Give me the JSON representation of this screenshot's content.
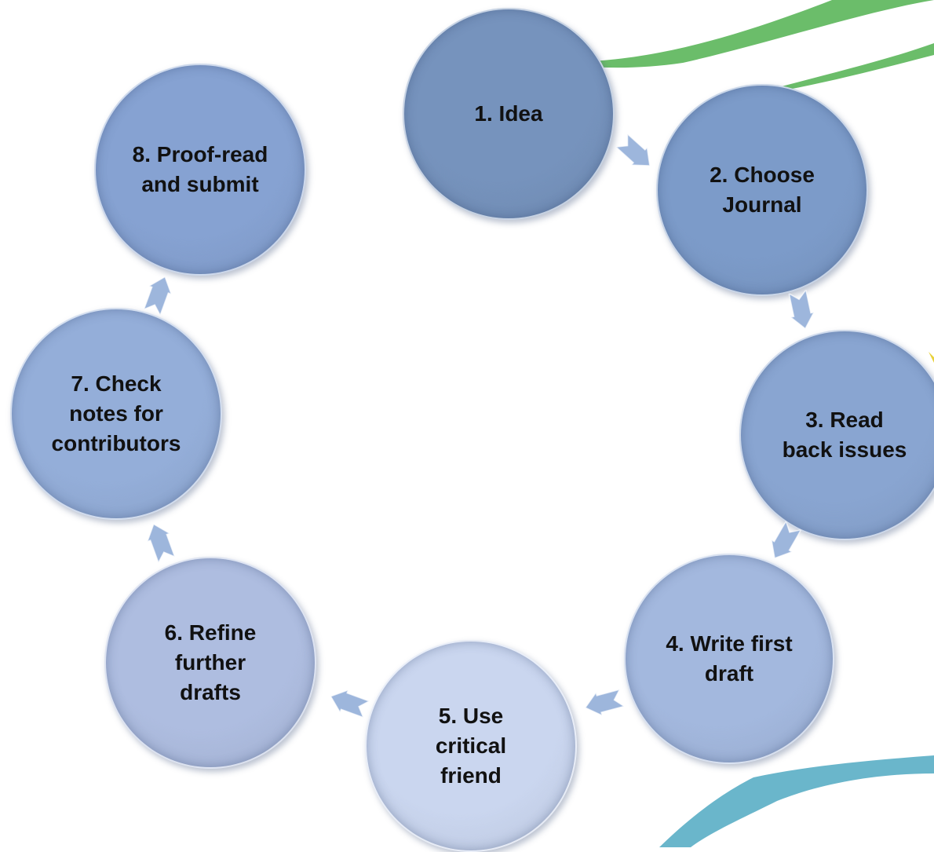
{
  "steps": [
    {
      "label": "1. Idea",
      "color": "#7693bd"
    },
    {
      "label": "2. Choose\nJournal",
      "color": "#7c9bc9"
    },
    {
      "label": "3. Read\nback issues",
      "color": "#89a5d1"
    },
    {
      "label": "4. Write first\ndraft",
      "color": "#a3b8de"
    },
    {
      "label": "5. Use\ncritical\nfriend",
      "color": "#cad6ef"
    },
    {
      "label": "6. Refine\nfurther\ndrafts",
      "color": "#aebde0"
    },
    {
      "label": "7. Check\nnotes for\ncontributors",
      "color": "#94aed9"
    },
    {
      "label": "8. Proof-read\nand submit",
      "color": "#86a2d2"
    }
  ],
  "arrow_color": "#9db6dc",
  "decoration": {
    "green": "#6bbd6a",
    "teal": "#6ab6cb",
    "yellow": "#e8d13a"
  }
}
